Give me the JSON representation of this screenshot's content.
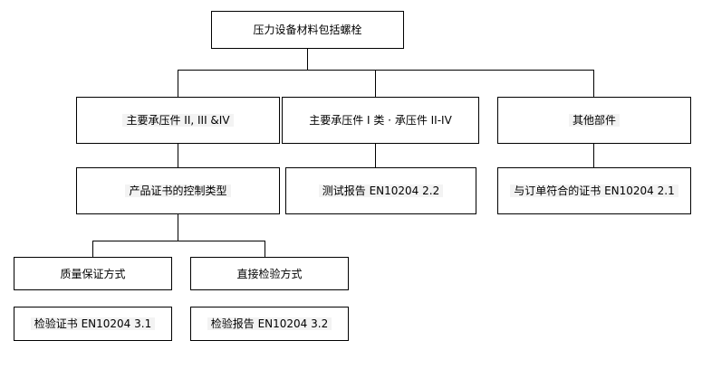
{
  "diagram": {
    "root": "压力设备材料包括螺栓",
    "level1": {
      "main_pressure": "主要承压件 II, III &IV",
      "category_one": "主要承压件 I 类 · 承压件 II-IV",
      "other_parts": "其他部件"
    },
    "level2": {
      "control_type": "产品证书的控制类型",
      "test_report": "测试报告 EN10204 2.2",
      "conformity_cert": "与订单符合的证书 EN10204 2.1"
    },
    "level3": {
      "quality_assurance": "质量保证方式",
      "direct_inspection": "直接检验方式"
    },
    "level4": {
      "inspection_cert": "检验证书 EN10204 3.1",
      "inspection_report": "检验报告 EN10204 3.2"
    }
  }
}
